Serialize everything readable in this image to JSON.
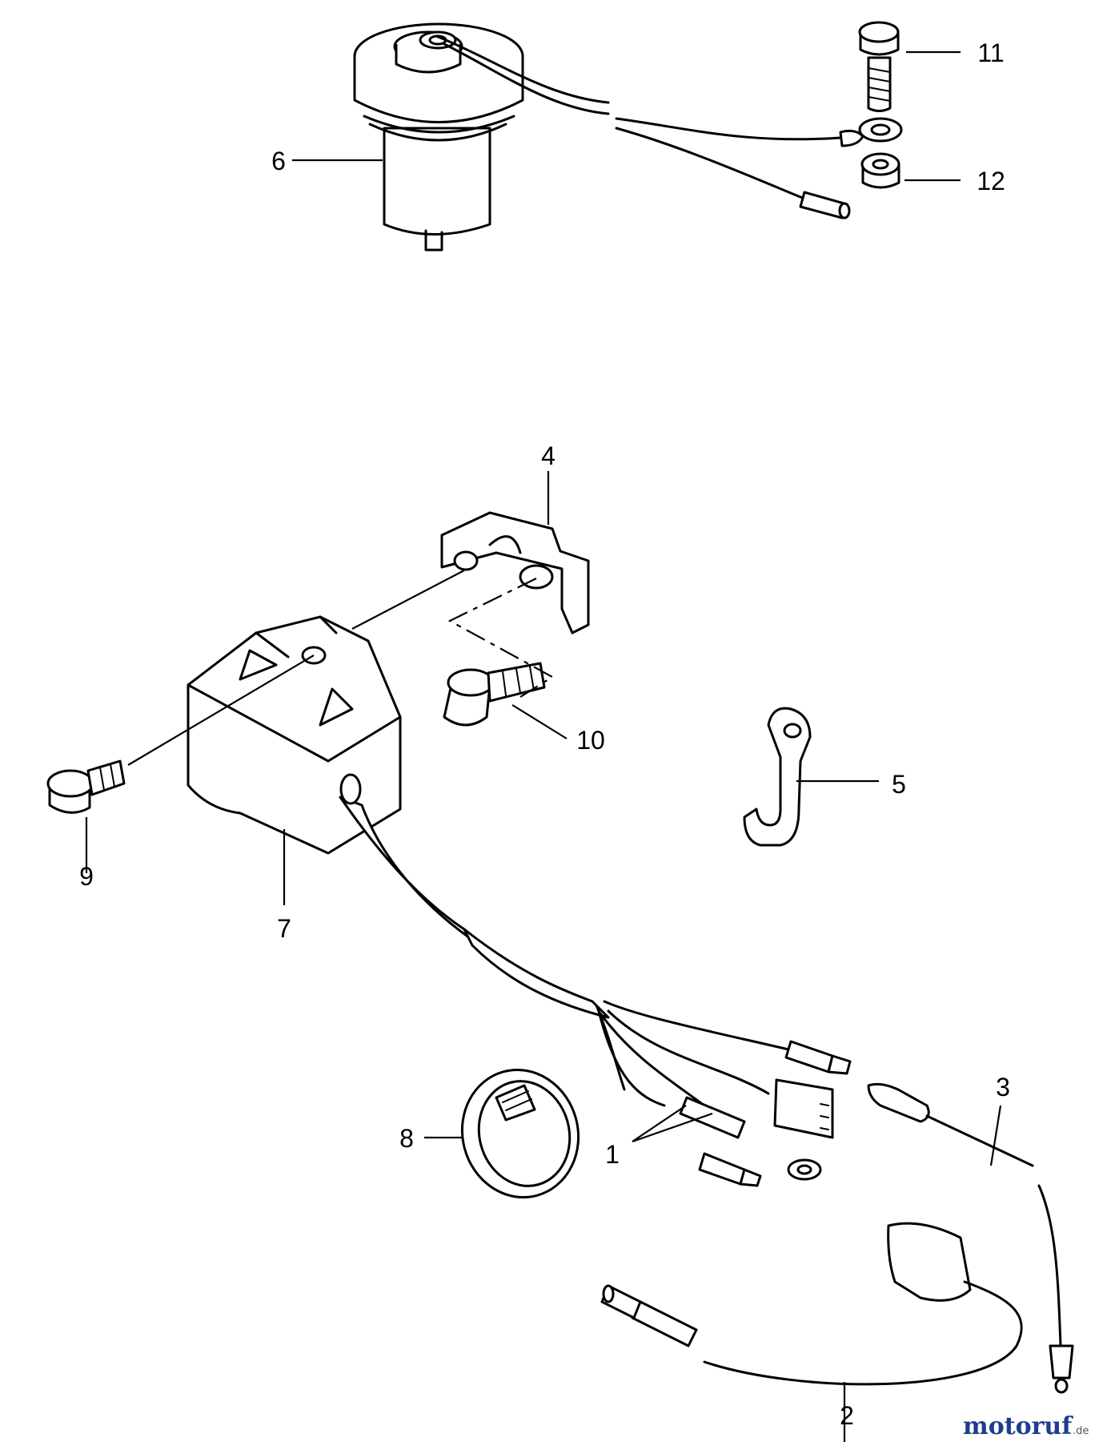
{
  "callouts": {
    "c1": "1",
    "c2": "2",
    "c3": "3",
    "c4": "4",
    "c5": "5",
    "c6": "6",
    "c7": "7",
    "c8": "8",
    "c9": "9",
    "c10": "10",
    "c11": "11",
    "c12": "12"
  },
  "watermark": {
    "brand": "motoruf",
    "suffix": ".de"
  },
  "colors": {
    "ink": "#000000",
    "paper": "#ffffff",
    "watermark_blue": "#1f3d8c",
    "watermark_green": "#3a8c2a"
  }
}
